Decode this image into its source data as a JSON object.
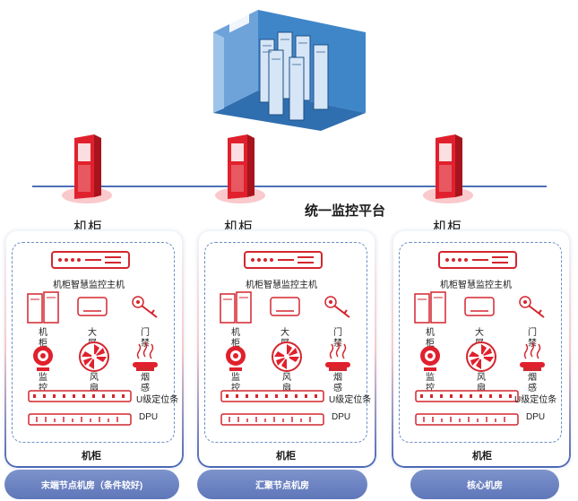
{
  "platform_label": "统一监控平台",
  "cabinet_label": "机柜",
  "panels": [
    {
      "host": "机柜智慧监控主机",
      "items": {
        "cabinet": "机柜",
        "aircon": "大屏",
        "door": "门禁",
        "camera": "监控",
        "fan": "风扇",
        "smoke": "烟感",
        "ustrip": "U级定位条",
        "pdu": "DPU"
      },
      "footer": "机柜",
      "room": "末端节点机房（条件较好)"
    },
    {
      "host": "机柜智慧监控主机",
      "items": {
        "cabinet": "机柜",
        "aircon": "大屏",
        "door": "门禁",
        "camera": "监控",
        "fan": "风扇",
        "smoke": "烟感",
        "ustrip": "U级定位条",
        "pdu": "DPU"
      },
      "footer": "机柜",
      "room": "汇聚节点机房"
    },
    {
      "host": "机柜智慧监控主机",
      "items": {
        "cabinet": "机柜",
        "aircon": "大屏",
        "door": "门禁",
        "camera": "监控",
        "fan": "风扇",
        "smoke": "烟感",
        "ustrip": "U级定位条",
        "pdu": "DPU"
      },
      "footer": "机柜",
      "room": "核心机房"
    }
  ],
  "colors": {
    "accent_red": "#e0212d",
    "line_blue": "#4b6fb8",
    "pill": "#6a80c2"
  },
  "icons": [
    "server-room-icon",
    "cabinet-tower-icon",
    "host-device-icon",
    "cabinet-icon",
    "aircon-icon",
    "key-icon",
    "camera-icon",
    "fan-icon",
    "smoke-detector-icon",
    "ustrip-icon",
    "pdu-icon"
  ]
}
